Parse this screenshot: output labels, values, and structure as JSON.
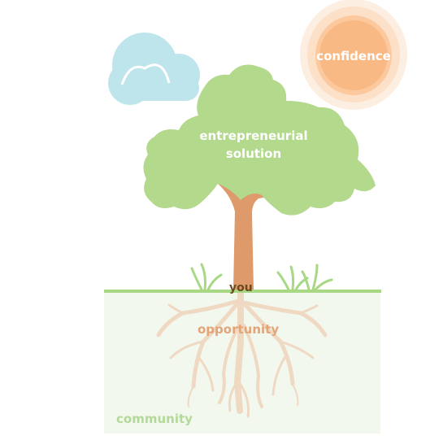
{
  "labels": {
    "confidence": "confidence",
    "solution": "entrepreneurial solution",
    "you": "you",
    "opportunity": "opportunity",
    "community": "community"
  },
  "colors": {
    "sun_outer": "#fde7d3",
    "sun_inner": "#f9b77f",
    "cloud": "#bfe5ec",
    "canopy": "#b3d98c",
    "trunk": "#de9a6a",
    "roots": "#efd9c3",
    "ground_line": "#a9d884",
    "soil": "#f2f8ee",
    "grass": "#a9d884"
  }
}
